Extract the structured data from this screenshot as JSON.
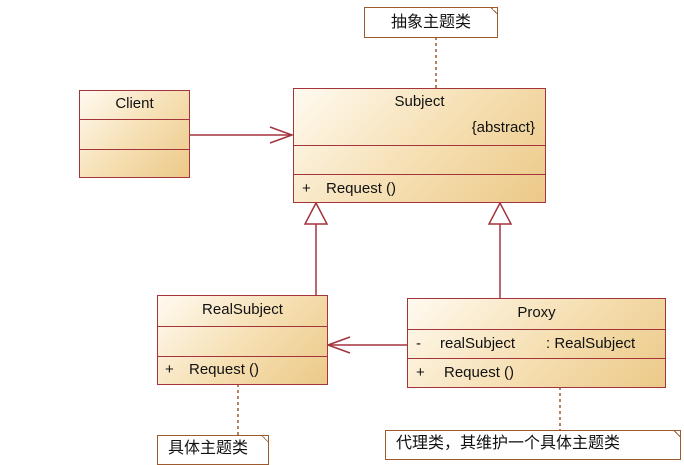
{
  "notes": {
    "subject": "抽象主题类",
    "real_subject": "具体主题类",
    "proxy": "代理类，其维护一个具体主题类"
  },
  "classes": {
    "client": {
      "name": "Client"
    },
    "subject": {
      "name": "Subject",
      "stereotype": "{abstract}",
      "operation_visibility": "+",
      "operation": "Request ()"
    },
    "real_subject": {
      "name": "RealSubject",
      "operation_visibility": "+",
      "operation": "Request ()"
    },
    "proxy": {
      "name": "Proxy",
      "attribute_visibility": "-",
      "attribute_name": "realSubject",
      "attribute_type": ": RealSubject",
      "operation_visibility": "+",
      "operation": "Request ()"
    }
  },
  "colors": {
    "class_border": "#a3343c",
    "note_border": "#9c5a2e",
    "class_fill": "#f5deb0"
  }
}
